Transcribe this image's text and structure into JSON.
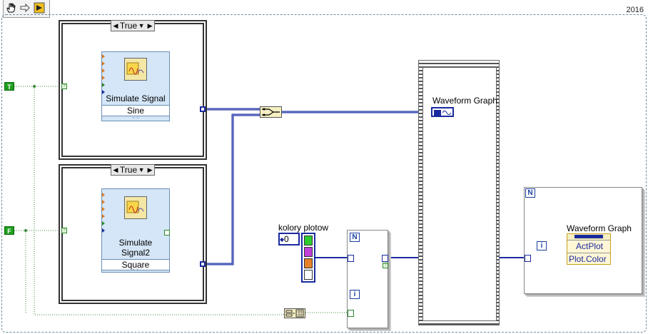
{
  "toolbar": {
    "buttons": [
      "hand-icon",
      "arrow-icon",
      "run-icon"
    ]
  },
  "version": "2016",
  "case1": {
    "selector": "True",
    "vi": {
      "title": "Simulate Signal",
      "output": "Sine"
    }
  },
  "case2": {
    "selector": "True",
    "vi": {
      "title_line1": "Simulate",
      "title_line2": "Signal2",
      "output": "Square"
    }
  },
  "constants": {
    "true_label": "T",
    "false_label": "F"
  },
  "waveform_graph_1": {
    "label": "Waveform Graph"
  },
  "array_constant": {
    "label": "kolory plotow",
    "index": "0",
    "colors": [
      "#2ecc2e",
      "#c040d8",
      "#e8802a",
      "#ffffff"
    ]
  },
  "for_loop_small": {
    "count": "N",
    "iter": "i"
  },
  "for_loop_big": {
    "count": "N",
    "iter": "i"
  },
  "property_node": {
    "label": "Waveform Graph",
    "props": [
      "ActPlot",
      "Plot.Color"
    ]
  },
  "colors": {
    "wire_blue": "#1a2a9e",
    "wire_green": "#3a8a3a",
    "case_border": "#333333"
  }
}
